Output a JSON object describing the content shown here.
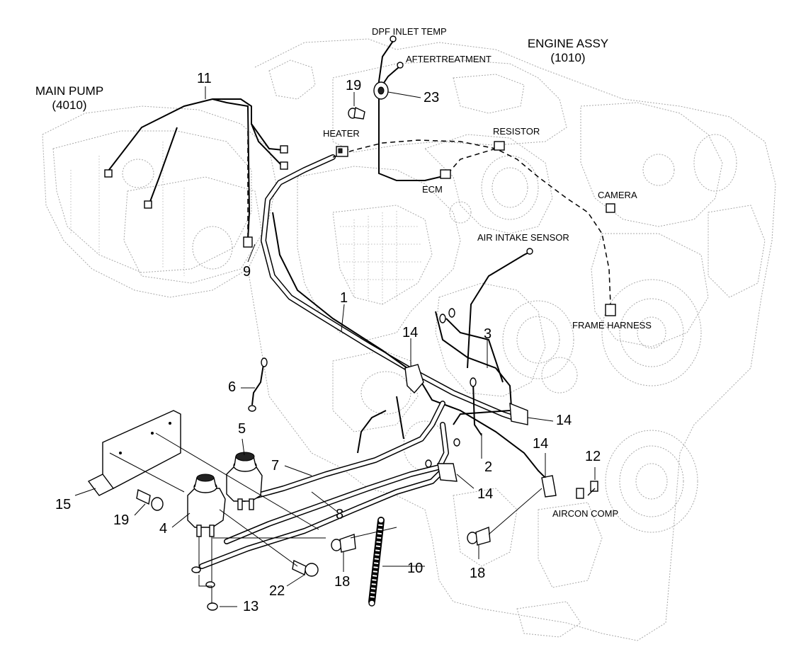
{
  "assemblies": {
    "main_pump": {
      "name": "MAIN PUMP",
      "code": "(4010)"
    },
    "engine": {
      "name": "ENGINE ASSY",
      "code": "(1010)"
    }
  },
  "connectors": {
    "dpf_inlet_temp": "DPF INLET TEMP",
    "aftertreatment": "AFTERTREATMENT",
    "heater": "HEATER",
    "resistor": "RESISTOR",
    "ecm": "ECM",
    "camera": "CAMERA",
    "air_intake_sensor": "AIR INTAKE SENSOR",
    "frame_harness": "FRAME HARNESS",
    "aircon_comp": "AIRCON COMP"
  },
  "callouts": {
    "c1": "1",
    "c2": "2",
    "c3": "3",
    "c4": "4",
    "c5": "5",
    "c6": "6",
    "c7": "7",
    "c8": "8",
    "c9": "9",
    "c10": "10",
    "c11": "11",
    "c12": "12",
    "c13": "13",
    "c14a": "14",
    "c14b": "14",
    "c14c": "14",
    "c14d": "14",
    "c15": "15",
    "c18a": "18",
    "c18b": "18",
    "c19a": "19",
    "c19b": "19",
    "c22": "22",
    "c23": "23"
  }
}
